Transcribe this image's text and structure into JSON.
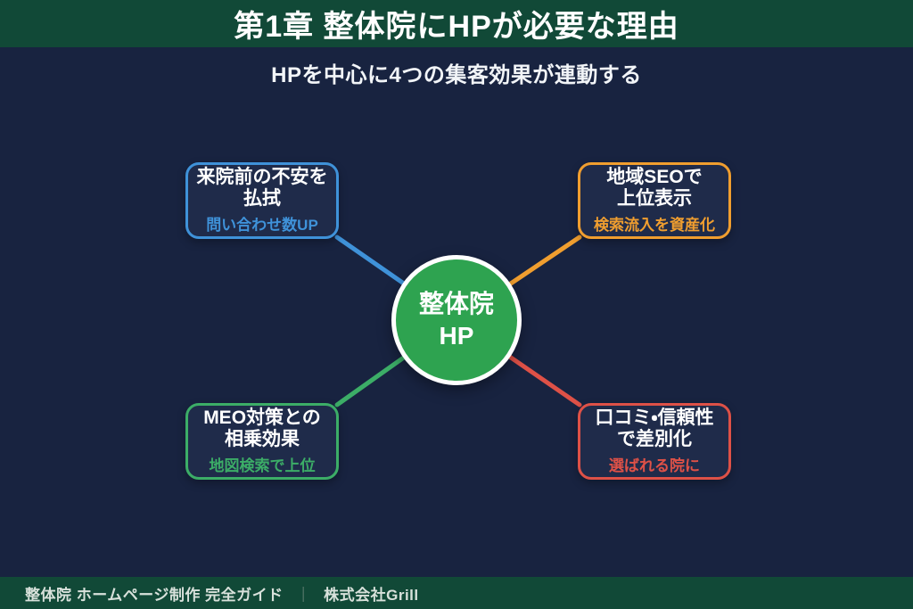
{
  "header": {
    "title": "第1章 整体院にHPが必要な理由",
    "bar_color": "#114937"
  },
  "subtitle": "HPを中心に4つの集客効果が連動する",
  "background_color": "#182340",
  "center": {
    "label": "整体院\nHP",
    "color": "#2ea350",
    "ring_color": "#ffffff"
  },
  "nodes": [
    {
      "position": "top-left",
      "title": "来院前の不安を\n払拭",
      "sub": "問い合わせ数UP",
      "color": "#3f92d9"
    },
    {
      "position": "top-right",
      "title": "地域SEOで\n上位表示",
      "sub": "検索流入を資産化",
      "color": "#f09e2f"
    },
    {
      "position": "bottom-left",
      "title": "MEO対策との\n相乗効果",
      "sub": "地図検索で上位",
      "color": "#3cad67"
    },
    {
      "position": "bottom-right",
      "title": "口コミ・信頼性\nで差別化",
      "sub": "選ばれる院に",
      "color": "#de5147"
    }
  ],
  "footer": {
    "left": "整体院 ホームページ制作 完全ガイド",
    "divider": "｜",
    "right": "株式会社Grill"
  }
}
